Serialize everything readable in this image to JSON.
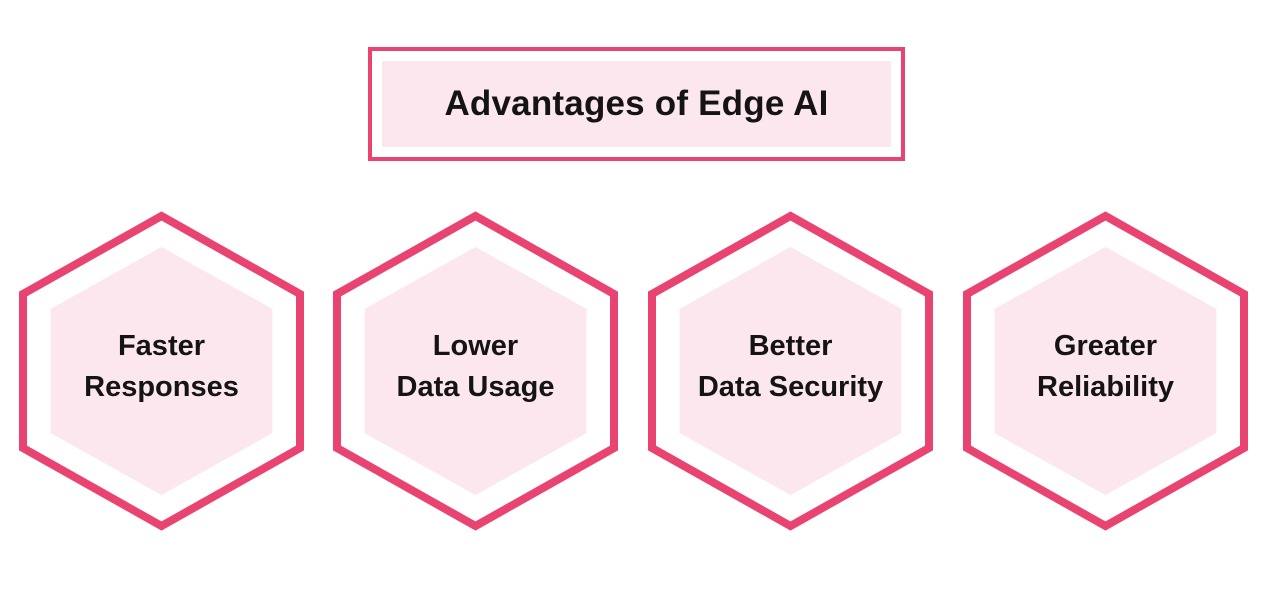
{
  "title": "Advantages of Edge AI",
  "colors": {
    "accent": "#e94371",
    "fill_light": "#fce7ee",
    "text": "#141414",
    "background": "#ffffff"
  },
  "hexagons": [
    {
      "label_line1": "Faster",
      "label_line2": "Responses"
    },
    {
      "label_line1": "Lower",
      "label_line2": "Data Usage"
    },
    {
      "label_line1": "Better",
      "label_line2": "Data Security"
    },
    {
      "label_line1": "Greater",
      "label_line2": "Reliability"
    }
  ]
}
